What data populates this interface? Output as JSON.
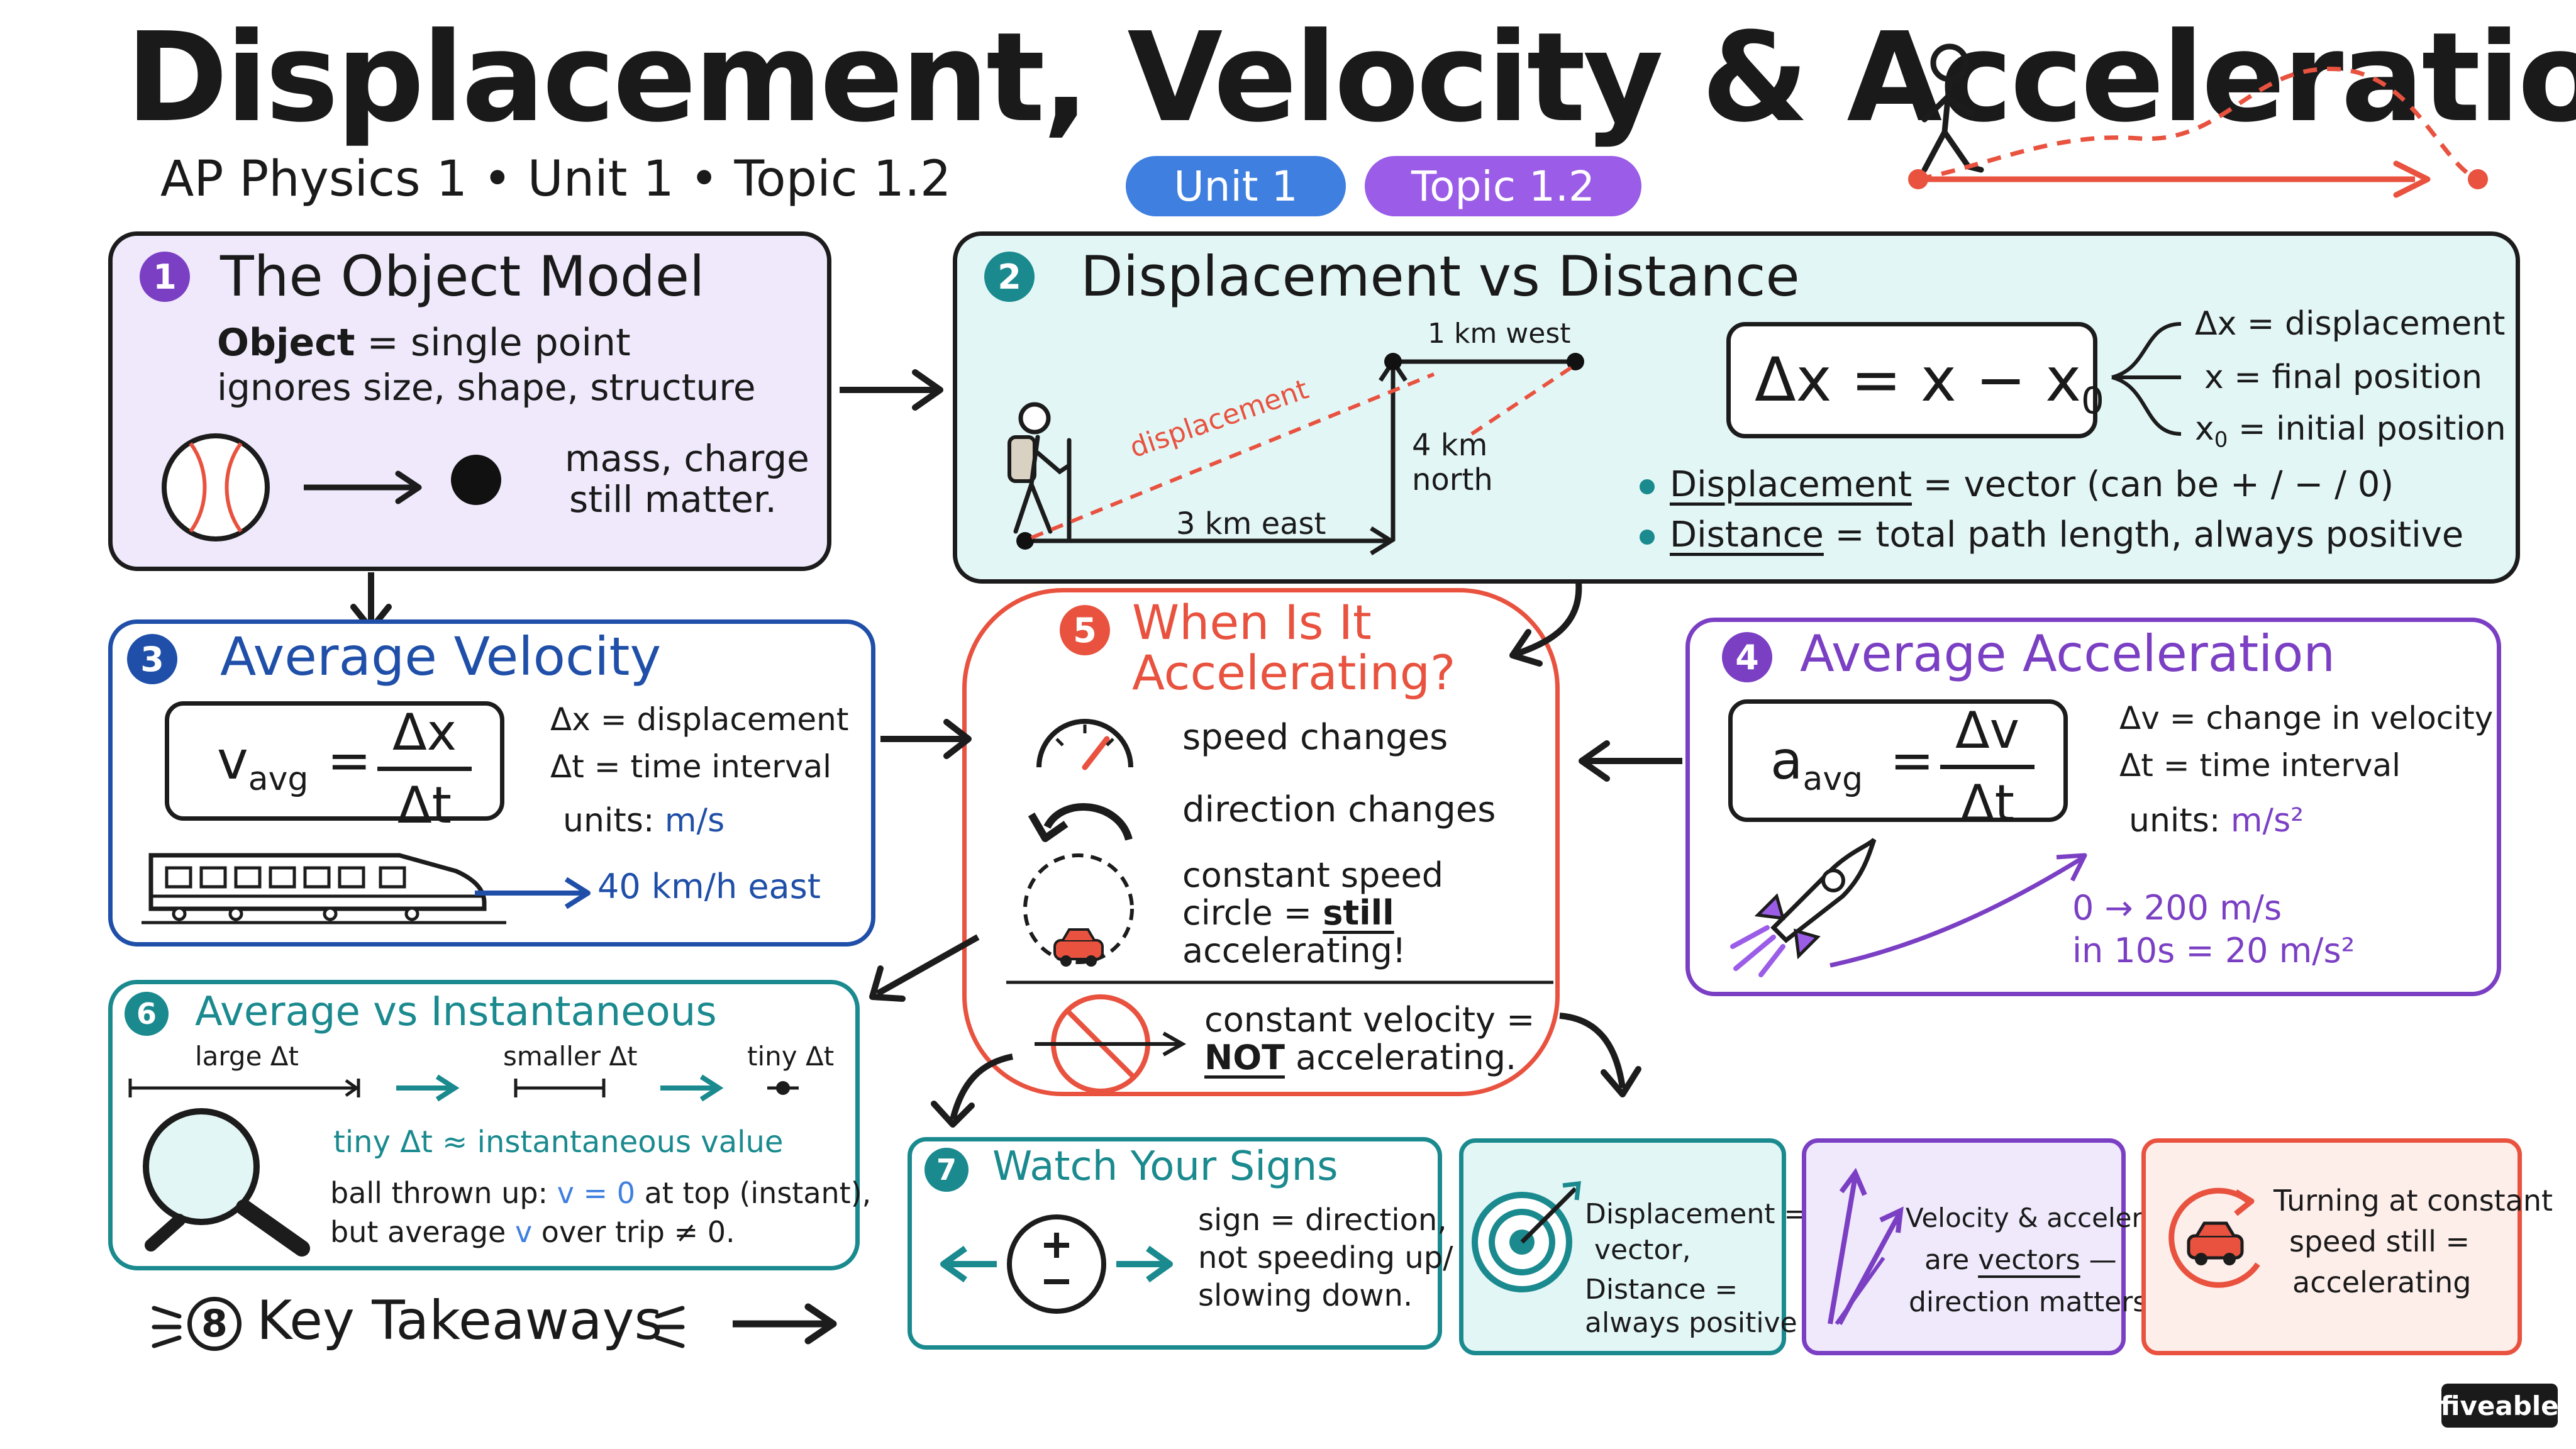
{
  "title": "Displacement, Velocity & Acceleration",
  "subtitle": "AP Physics 1 • Unit 1 • Topic 1.2",
  "badges": {
    "unit": "Unit 1",
    "topic": "Topic 1.2"
  },
  "colors": {
    "purple": "#7b3fc4",
    "teal": "#1a8a8f",
    "blue": "#1f4fa8",
    "red": "#e8523f",
    "blue_pill": "#3f7fe0",
    "purple_pill": "#9b5ce8",
    "lavender_bg": "#efe9fb",
    "cyan_bg": "#e3f6f6",
    "pink_bg": "#fdeeea"
  },
  "s1": {
    "num": "1",
    "title": "The Object Model",
    "line1_bold": "Object",
    "line1_rest": " = single point",
    "line2": "ignores size, shape, structure",
    "note1": "mass, charge",
    "note2": "still matter."
  },
  "s2": {
    "num": "2",
    "title": "Displacement vs Distance",
    "label_west": "1 km west",
    "label_north1": "4 km",
    "label_north2": "north",
    "label_east": "3 km east",
    "label_disp": "displacement",
    "formula_lhs": "Δx = x − x",
    "formula_sub": "0",
    "def1_sym": "Δx",
    "def1_txt": " = displacement",
    "def2_sym": "x",
    "def2_txt": " = final position",
    "def3_sym": "x",
    "def3_sub": "0",
    "def3_txt": " = initial position",
    "b1_term": "Displacement",
    "b1_rest": " = vector (can be + / − / 0)",
    "b2_term": "Distance",
    "b2_rest": " = total path length, always positive"
  },
  "s3": {
    "num": "3",
    "title": "Average Velocity",
    "v": "v",
    "v_sub": "avg",
    "eq": "=",
    "num_sym": "Δx",
    "den_sym": "Δt",
    "def1": "Δx  =  displacement",
    "def2": "Δt  =  time interval",
    "units_label": "units: ",
    "units_val": "m/s",
    "train_note": "40 km/h east"
  },
  "s4": {
    "num": "4",
    "title": "Average Acceleration",
    "a": "a",
    "a_sub": "avg",
    "eq": "=",
    "num_sym": "Δv",
    "den_sym": "Δt",
    "def1": "Δv  =  change in velocity",
    "def2": "Δt  =  time interval",
    "units_label": "units: ",
    "units_val": "m/s²",
    "ex1": "0 → 200 m/s",
    "ex2": "in 10s = 20 m/s²"
  },
  "s5": {
    "num": "5",
    "title1": "When Is It",
    "title2": "Accelerating?",
    "c1": "speed changes",
    "c2": "direction changes",
    "c3a": "constant speed",
    "c3b_pre": "circle = ",
    "c3b_term": "still",
    "c3c": "accelerating!",
    "c4a": "constant velocity =",
    "c4b_term": "NOT",
    "c4b_rest": " accelerating."
  },
  "s6": {
    "num": "6",
    "title": "Average vs Instantaneous",
    "l1": "large Δt",
    "l2": "smaller Δt",
    "l3": "tiny Δt",
    "note": "tiny Δt ≈ instantaneous value",
    "ball1_pre": "ball thrown up: ",
    "ball1_v": "v = 0",
    "ball1_post": " at top (instant),",
    "ball2_pre": "but average ",
    "ball2_v": "v",
    "ball2_post": " over trip ≠ 0."
  },
  "s7": {
    "num": "7",
    "title": "Watch Your Signs",
    "l1": "sign = direction,",
    "l2": "not speeding up/",
    "l3": "slowing down."
  },
  "takeaways_label": "Key Takeaways",
  "takeaways_num": "8",
  "tk1": {
    "l1": "Displacement =",
    "l2": "vector,",
    "l3": "Distance =",
    "l4": "always positive"
  },
  "tk2": {
    "l1": "Velocity & acceleration",
    "l2_pre": "are ",
    "l2_term": "vectors",
    "l2_post": " —",
    "l3": "direction matters"
  },
  "tk3": {
    "l1": "Turning at constant",
    "l2": "speed still =",
    "l3": "accelerating"
  },
  "brand": "fiveable"
}
